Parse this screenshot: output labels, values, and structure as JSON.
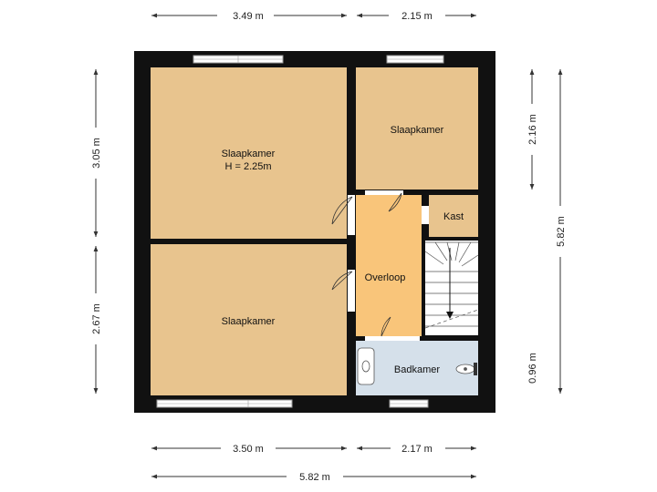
{
  "rooms": {
    "bedroom_top_left": {
      "name": "Slaapkamer",
      "height_note": "H = 2.25m"
    },
    "bedroom_top_right": {
      "name": "Slaapkamer"
    },
    "closet": {
      "name": "Kast"
    },
    "landing": {
      "name": "Overloop"
    },
    "bedroom_bottom_left": {
      "name": "Slaapkamer"
    },
    "bathroom": {
      "name": "Badkamer"
    }
  },
  "dimensions": {
    "top_left": "3.49 m",
    "top_right": "2.15 m",
    "bottom_left": "3.50 m",
    "bottom_right": "2.17 m",
    "bottom_total": "5.82 m",
    "left_upper": "3.05 m",
    "left_lower": "2.67 m",
    "right_upper": "2.16 m",
    "right_lower": "0.96 m",
    "right_total": "5.82 m"
  },
  "colors": {
    "room_fill": "#E8C48E",
    "landing_fill": "#F9C57A",
    "bathroom_fill": "#D5E0EA",
    "wall": "#111111"
  }
}
